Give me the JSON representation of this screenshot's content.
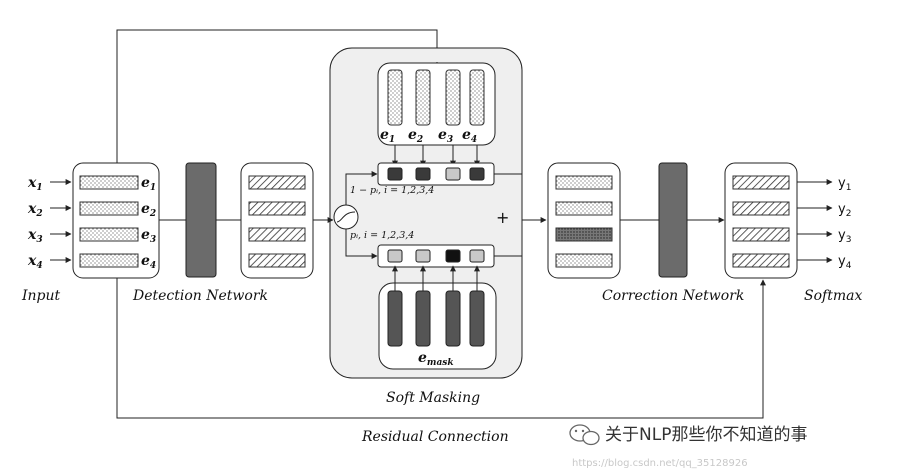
{
  "inputs": [
    {
      "x": "x",
      "sub": "1",
      "e": "e",
      "esub": "1"
    },
    {
      "x": "x",
      "sub": "2",
      "e": "e",
      "esub": "2"
    },
    {
      "x": "x",
      "sub": "3",
      "e": "e",
      "esub": "3"
    },
    {
      "x": "x",
      "sub": "4",
      "e": "e",
      "esub": "4"
    }
  ],
  "outputs": [
    {
      "y": "y",
      "sub": "1"
    },
    {
      "y": "y",
      "sub": "2"
    },
    {
      "y": "y",
      "sub": "3"
    },
    {
      "y": "y",
      "sub": "4"
    }
  ],
  "top_embeddings": [
    {
      "e": "e",
      "sub": "1"
    },
    {
      "e": "e",
      "sub": "2"
    },
    {
      "e": "e",
      "sub": "3"
    },
    {
      "e": "e",
      "sub": "4"
    }
  ],
  "labels": {
    "input": "Input",
    "detection": "Detection Network",
    "correction": "Correction Network",
    "softmax": "Softmax",
    "soft_masking": "Soft Masking",
    "residual": "Residual Connection",
    "one_minus_p": "1 − pᵢ, i = 1,2,3,4",
    "p": "pᵢ, i = 1,2,3,4",
    "plus": "+",
    "emask": "e",
    "emask_sub": "mask"
  },
  "watermark": {
    "text": "关于NLP那些你不知道的事",
    "url": "https://blog.csdn.net/qq_35128926"
  },
  "colors": {
    "dark_bar": "#6b6b6b",
    "soft_mask_bg": "#efefef",
    "dark_cell": "#3a3a3a",
    "light_cell": "#c8c8c8",
    "black_cell": "#111111"
  }
}
